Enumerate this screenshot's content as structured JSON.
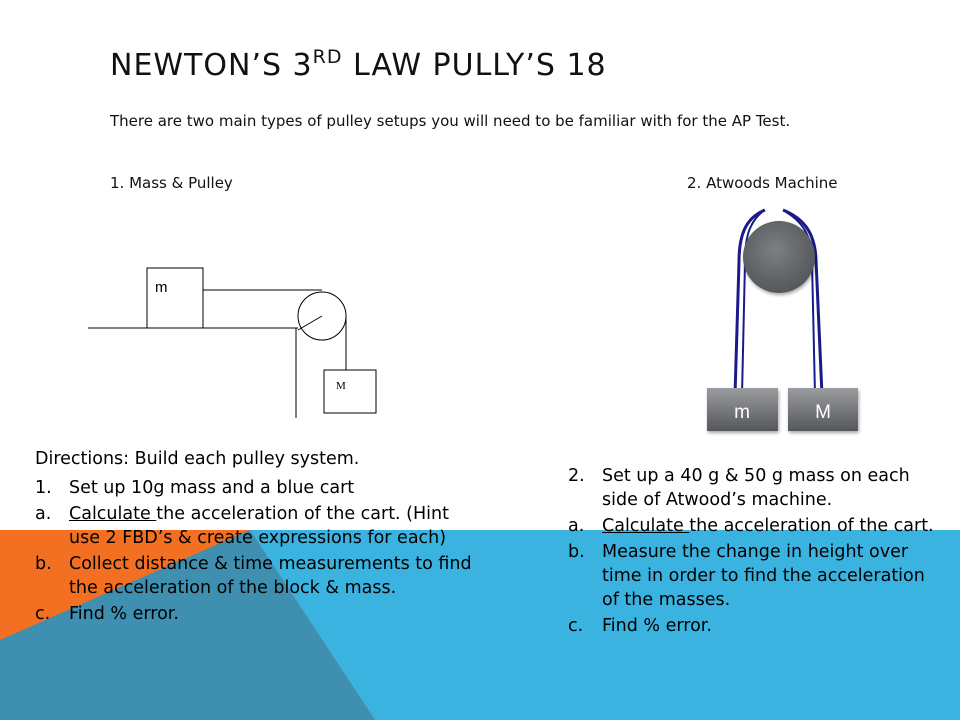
{
  "slide": {
    "title_main": "NEWTON’S 3",
    "title_sup": "RD",
    "title_rest": " LAW PULLY’S 18",
    "intro": "There are two main types of pulley setups you will need to be familiar with for the AP Test.",
    "caption_left": "1.  Mass & Pulley",
    "caption_right": "2.  Atwoods Machine"
  },
  "diagram_left": {
    "small_mass": "m",
    "big_mass": "M"
  },
  "diagram_right": {
    "left_mass": "m",
    "right_mass": "M"
  },
  "left_text": {
    "heading": "Directions:  Build each pulley system.",
    "items": [
      {
        "marker": "1.",
        "text": "Set up 10g mass and a blue cart"
      },
      {
        "marker": "a.",
        "underlined": "Calculate ",
        "text": "the acceleration of the cart. (Hint use 2 FBD’s & create expressions for each)"
      },
      {
        "marker": "b.",
        "text": "Collect distance & time measurements to find the acceleration of the block & mass."
      },
      {
        "marker": "c.",
        "text": "Find % error."
      }
    ]
  },
  "right_text": {
    "items": [
      {
        "marker": "2.",
        "text": "Set up a 40 g & 50 g mass on each side of Atwood’s machine."
      },
      {
        "marker": "a.",
        "underlined": "Calculate ",
        "text": "the acceleration of the cart."
      },
      {
        "marker": "b.",
        "text": "Measure the change in height over time in order to find the acceleration of the masses."
      },
      {
        "marker": "c.",
        "text": "Find % error."
      }
    ]
  },
  "colors": {
    "orange": "#f36f21",
    "blue": "#3bb3e0",
    "teal": "#3e8fb0",
    "rope": "#1a1a8c",
    "pulley": "#6b6d70"
  }
}
